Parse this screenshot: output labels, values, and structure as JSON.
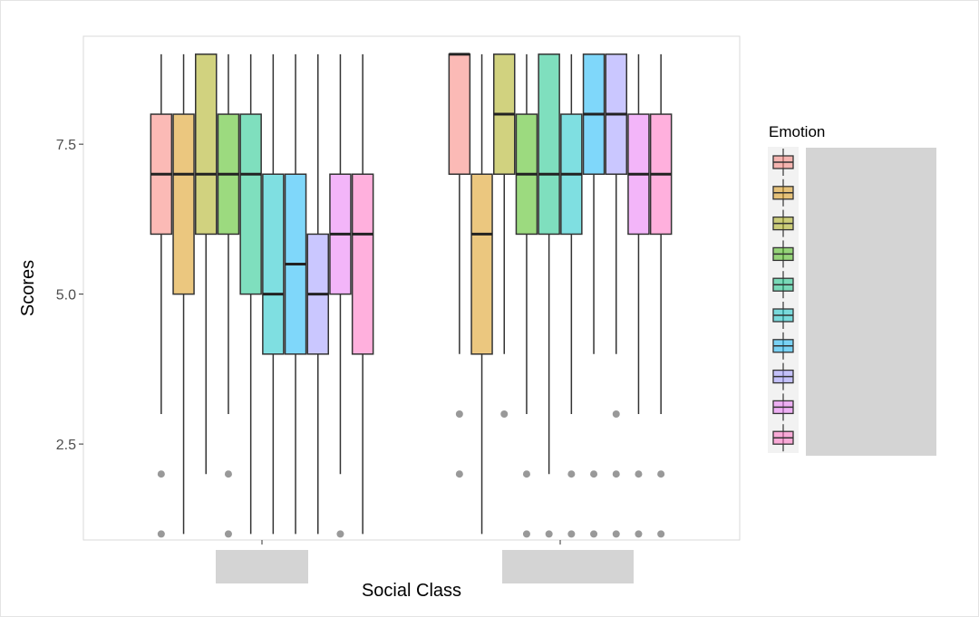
{
  "chart_data": {
    "type": "boxplot",
    "xlabel": "Social Class",
    "ylabel": "Scores",
    "legend_title": "Emotion",
    "legend_position": "right",
    "ylim": [
      0.9,
      9.3
    ],
    "yticks": [
      2.5,
      5.0,
      7.5
    ],
    "ytick_labels": [
      "2.5",
      "5.0",
      "7.5"
    ],
    "grid": false,
    "box_alpha": 0.5,
    "colors": [
      "#F8766D",
      "#D89000",
      "#A3A500",
      "#39B600",
      "#00BF7D",
      "#00BFC4",
      "#00B0F6",
      "#9590FF",
      "#E76BF3",
      "#FF62BC"
    ],
    "groups": [
      {
        "boxes": [
          {
            "lower": 3,
            "q1": 6,
            "median": 7,
            "q3": 8,
            "upper": 9,
            "outliers": [
              2,
              1
            ]
          },
          {
            "lower": 1,
            "q1": 5,
            "median": 7,
            "q3": 8,
            "upper": 9,
            "outliers": []
          },
          {
            "lower": 2,
            "q1": 6,
            "median": 7,
            "q3": 9,
            "upper": 9,
            "outliers": []
          },
          {
            "lower": 3,
            "q1": 6,
            "median": 7,
            "q3": 8,
            "upper": 9,
            "outliers": [
              2,
              1
            ]
          },
          {
            "lower": 1,
            "q1": 5,
            "median": 7,
            "q3": 8,
            "upper": 9,
            "outliers": []
          },
          {
            "lower": 1,
            "q1": 4,
            "median": 5,
            "q3": 7,
            "upper": 9,
            "outliers": []
          },
          {
            "lower": 1,
            "q1": 4,
            "median": 5.5,
            "q3": 7,
            "upper": 9,
            "outliers": []
          },
          {
            "lower": 1,
            "q1": 4,
            "median": 5,
            "q3": 6,
            "upper": 9,
            "outliers": []
          },
          {
            "lower": 2,
            "q1": 5,
            "median": 6,
            "q3": 7,
            "upper": 9,
            "outliers": [
              1
            ]
          },
          {
            "lower": 1,
            "q1": 4,
            "median": 6,
            "q3": 7,
            "upper": 9,
            "outliers": []
          }
        ]
      },
      {
        "boxes": [
          {
            "lower": 4,
            "q1": 7,
            "median": 9,
            "q3": 9,
            "upper": 9,
            "outliers": [
              3,
              2
            ]
          },
          {
            "lower": 1,
            "q1": 4,
            "median": 6,
            "q3": 7,
            "upper": 9,
            "outliers": []
          },
          {
            "lower": 4,
            "q1": 7,
            "median": 8,
            "q3": 9,
            "upper": 9,
            "outliers": [
              3
            ]
          },
          {
            "lower": 3,
            "q1": 6,
            "median": 7,
            "q3": 8,
            "upper": 9,
            "outliers": [
              2,
              1
            ]
          },
          {
            "lower": 2,
            "q1": 6,
            "median": 7,
            "q3": 9,
            "upper": 9,
            "outliers": [
              1
            ]
          },
          {
            "lower": 3,
            "q1": 6,
            "median": 7,
            "q3": 8,
            "upper": 9,
            "outliers": [
              2,
              1
            ]
          },
          {
            "lower": 4,
            "q1": 7,
            "median": 8,
            "q3": 9,
            "upper": 9,
            "outliers": [
              2,
              1
            ]
          },
          {
            "lower": 4,
            "q1": 7,
            "median": 8,
            "q3": 9,
            "upper": 9,
            "outliers": [
              3,
              2,
              1
            ]
          },
          {
            "lower": 3,
            "q1": 6,
            "median": 7,
            "q3": 8,
            "upper": 9,
            "outliers": [
              2,
              1
            ]
          },
          {
            "lower": 3,
            "q1": 6,
            "median": 7,
            "q3": 8,
            "upper": 9,
            "outliers": [
              2,
              1
            ]
          }
        ]
      }
    ]
  }
}
